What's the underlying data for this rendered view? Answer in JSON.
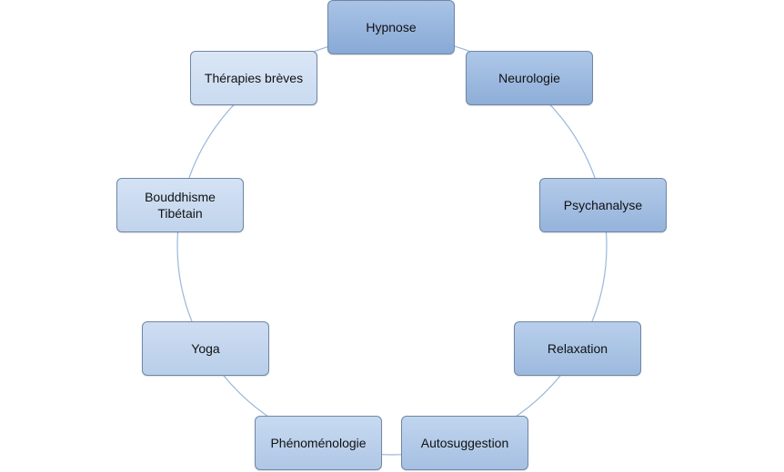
{
  "cycle": {
    "nodes": [
      {
        "label": "Hypnose"
      },
      {
        "label": "Neurologie"
      },
      {
        "label": "Psychanalyse"
      },
      {
        "label": "Relaxation"
      },
      {
        "label": "Autosuggestion"
      },
      {
        "label": "Phénoménologie"
      },
      {
        "label": "Yoga"
      },
      {
        "label": "Bouddhisme\nTibétain"
      },
      {
        "label": "Thérapies brèves"
      }
    ],
    "colors": {
      "ring": "#9bb7d9",
      "node_border": "#6f86a6",
      "node_fill_dark": "#88a9d6",
      "node_fill_light": "#dae6f6"
    }
  }
}
